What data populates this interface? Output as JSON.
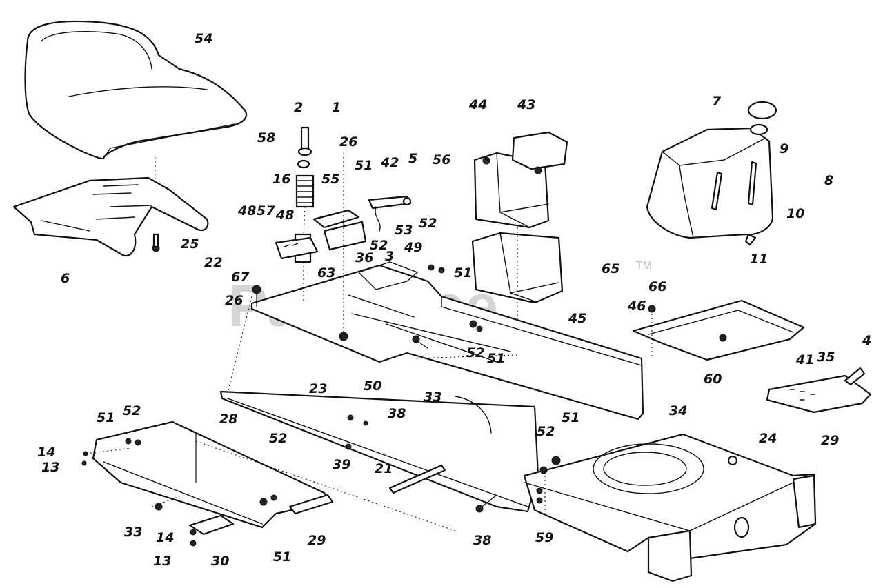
{
  "watermark": {
    "text": "PartsTree",
    "tm": "TM"
  },
  "callouts": [
    {
      "id": "54",
      "label": "54"
    },
    {
      "id": "2",
      "label": "2"
    },
    {
      "id": "1",
      "label": "1"
    },
    {
      "id": "58",
      "label": "58"
    },
    {
      "id": "26a",
      "label": "26"
    },
    {
      "id": "16",
      "label": "16"
    },
    {
      "id": "55",
      "label": "55"
    },
    {
      "id": "51a",
      "label": "51"
    },
    {
      "id": "42",
      "label": "42"
    },
    {
      "id": "5",
      "label": "5"
    },
    {
      "id": "56",
      "label": "56"
    },
    {
      "id": "44",
      "label": "44"
    },
    {
      "id": "43",
      "label": "43"
    },
    {
      "id": "7",
      "label": "7"
    },
    {
      "id": "9",
      "label": "9"
    },
    {
      "id": "8",
      "label": "8"
    },
    {
      "id": "10",
      "label": "10"
    },
    {
      "id": "11",
      "label": "11"
    },
    {
      "id": "48a",
      "label": "48"
    },
    {
      "id": "57",
      "label": "57"
    },
    {
      "id": "48b",
      "label": "48"
    },
    {
      "id": "53",
      "label": "53"
    },
    {
      "id": "52a",
      "label": "52"
    },
    {
      "id": "25",
      "label": "25"
    },
    {
      "id": "22",
      "label": "22"
    },
    {
      "id": "36",
      "label": "36"
    },
    {
      "id": "3",
      "label": "3"
    },
    {
      "id": "49",
      "label": "49"
    },
    {
      "id": "52b",
      "label": "52"
    },
    {
      "id": "51b",
      "label": "51"
    },
    {
      "id": "65",
      "label": "65"
    },
    {
      "id": "6",
      "label": "6"
    },
    {
      "id": "63",
      "label": "63"
    },
    {
      "id": "67",
      "label": "67"
    },
    {
      "id": "66",
      "label": "66"
    },
    {
      "id": "26b",
      "label": "26"
    },
    {
      "id": "46",
      "label": "46"
    },
    {
      "id": "45",
      "label": "45"
    },
    {
      "id": "4",
      "label": "4"
    },
    {
      "id": "52c",
      "label": "52"
    },
    {
      "id": "51c",
      "label": "51"
    },
    {
      "id": "41",
      "label": "41"
    },
    {
      "id": "35",
      "label": "35"
    },
    {
      "id": "23",
      "label": "23"
    },
    {
      "id": "50",
      "label": "50"
    },
    {
      "id": "33a",
      "label": "33"
    },
    {
      "id": "60",
      "label": "60"
    },
    {
      "id": "29a",
      "label": "29"
    },
    {
      "id": "38a",
      "label": "38"
    },
    {
      "id": "51d",
      "label": "51"
    },
    {
      "id": "52d",
      "label": "52"
    },
    {
      "id": "28",
      "label": "28"
    },
    {
      "id": "34",
      "label": "34"
    },
    {
      "id": "24",
      "label": "24"
    },
    {
      "id": "14a",
      "label": "14"
    },
    {
      "id": "13a",
      "label": "13"
    },
    {
      "id": "52e",
      "label": "52"
    },
    {
      "id": "51e",
      "label": "51"
    },
    {
      "id": "52f",
      "label": "52"
    },
    {
      "id": "39",
      "label": "39"
    },
    {
      "id": "21",
      "label": "21"
    },
    {
      "id": "33b",
      "label": "33"
    },
    {
      "id": "14b",
      "label": "14"
    },
    {
      "id": "13b",
      "label": "13"
    },
    {
      "id": "30",
      "label": "30"
    },
    {
      "id": "51f",
      "label": "51"
    },
    {
      "id": "29b",
      "label": "29"
    },
    {
      "id": "38b",
      "label": "38"
    },
    {
      "id": "59",
      "label": "59"
    }
  ]
}
